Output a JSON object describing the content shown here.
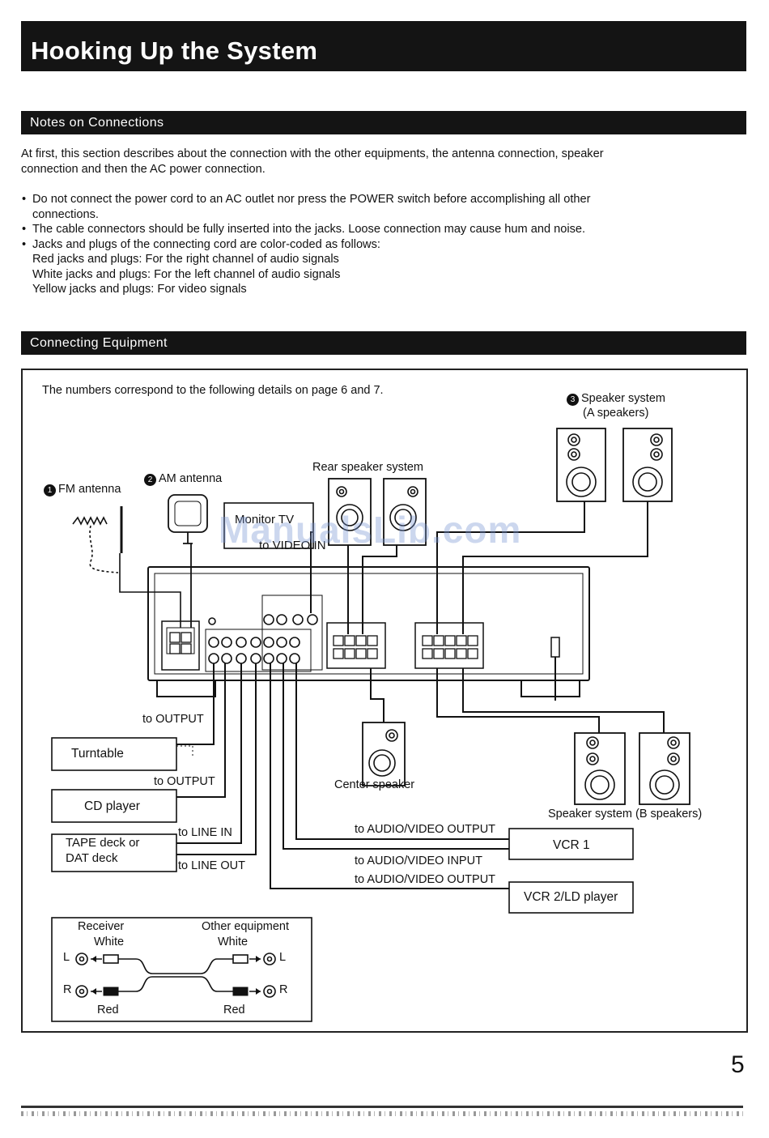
{
  "page": {
    "title": "Hooking Up the System",
    "number": "5"
  },
  "sections": {
    "notes_title": "Notes on Connections",
    "equipment_title": "Connecting Equipment"
  },
  "intro": "At first, this section describes about the connection with the other equipments, the antenna connection, speaker connection and then the AC power connection.",
  "bullets": [
    {
      "text": "Do not connect the power cord to an AC outlet nor press the POWER switch before accomplishing all other connections."
    },
    {
      "text": "The cable connectors should be fully inserted into the jacks. Loose connection may cause hum and noise."
    },
    {
      "text": "Jacks and plugs of the connecting cord are color-coded as follows:",
      "sub": [
        "Red jacks and plugs: For the right channel of audio signals",
        "White jacks and plugs: For the left channel of audio signals",
        "Yellow jacks and plugs: For video signals"
      ]
    }
  ],
  "diagram": {
    "caption": "The numbers correspond to the following details on page 6 and 7.",
    "fm_antenna": "FM antenna",
    "am_antenna": "AM antenna",
    "monitor_tv": "Monitor TV",
    "to_video_in": "to VIDEO IN",
    "rear_speakers": "Rear speaker system",
    "speaker_a_line1": "Speaker system",
    "speaker_a_line2": "(A speakers)",
    "center_speaker": "Center speaker",
    "speaker_b": "Speaker system (B speakers)",
    "to_output_1": "to OUTPUT",
    "turntable": "Turntable",
    "to_output_2": "to OUTPUT",
    "cd_player": "CD player",
    "to_line_in": "to LINE IN",
    "tape_deck_line1": "TAPE deck or",
    "tape_deck_line2": "DAT deck",
    "to_line_out": "to LINE OUT",
    "to_av_output_1": "to AUDIO/VIDEO OUTPUT",
    "vcr1": "VCR 1",
    "to_av_input": "to AUDIO/VIDEO INPUT",
    "to_av_output_2": "to AUDIO/VIDEO OUTPUT",
    "vcr2": "VCR 2/LD player",
    "num_fm": "1",
    "num_am": "2",
    "num_spk": "3",
    "legend": {
      "receiver": "Receiver",
      "other": "Other equipment",
      "white_left": "White",
      "white_right": "White",
      "l_left": "L",
      "l_right": "L",
      "r_left": "R",
      "r_right": "R",
      "red_left": "Red",
      "red_right": "Red"
    }
  },
  "watermark": "ManualsLib.com"
}
